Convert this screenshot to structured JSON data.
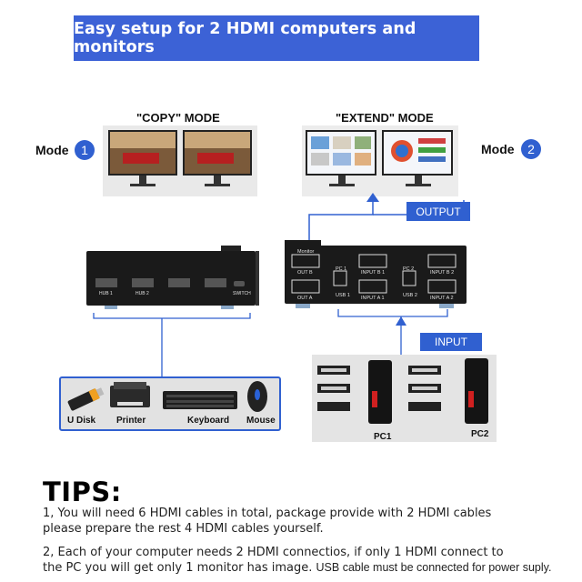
{
  "banner": {
    "title": "Easy setup for 2 HDMI computers and monitors"
  },
  "copy_mode": {
    "title": "\"COPY\" MODE",
    "label": "Mode",
    "number": "1"
  },
  "extend_mode": {
    "title": "\"EXTEND\" MODE",
    "label": "Mode",
    "number": "2"
  },
  "output_tag": "OUTPUT",
  "input_tag": "INPUT",
  "switch_front": {
    "ports": [
      "HUB 1",
      "HUB 2",
      "",
      ""
    ],
    "switch_label": "SWITCH"
  },
  "switch_back": {
    "monitor_label": "Monitor",
    "ports_top": [
      "OUT B",
      "PC 1",
      "INPUT B 1",
      "PC 2",
      "INPUT B 2"
    ],
    "ports_bottom": [
      "OUT A",
      "USB 1",
      "INPUT A 1",
      "USB 2",
      "INPUT A 2"
    ]
  },
  "peripherals": [
    "U Disk",
    "Printer",
    "Keyboard",
    "Mouse"
  ],
  "pcs": [
    "PC1",
    "PC2"
  ],
  "tips": {
    "title": "TIPS:",
    "line1": "1, You will need 6 HDMI cables in total, package provide with 2 HDMI  cables",
    "line2": "please prepare the rest 4 HDMI cables yourself.",
    "line3": "2, Each of your computer needs 2 HDMI connectios, if only 1 HDMI connect to",
    "line4a": "the PC you will get only 1 monitor has image.",
    "line4b": "USB cable must be connected for power suply."
  },
  "colors": {
    "accent": "#3c62d6",
    "tag": "#3060d0",
    "device": "#1a1a1a"
  }
}
